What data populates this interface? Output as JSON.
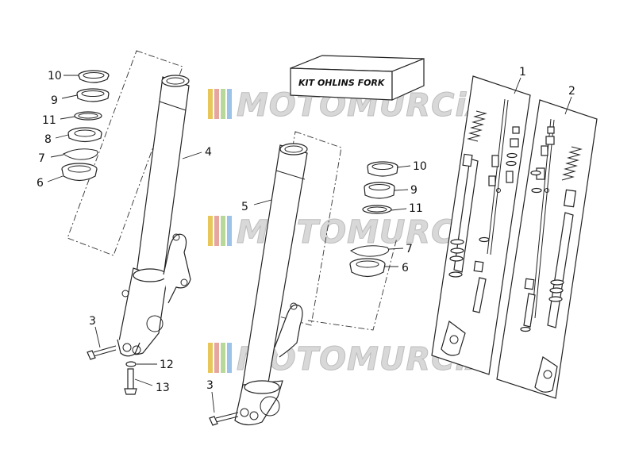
{
  "watermark": {
    "text": "MOTOMURCiA",
    "stripe_colors": [
      "#e8c65a",
      "#e6a6a0",
      "#b8d89a",
      "#9cc2e8"
    ]
  },
  "kit_box": {
    "label": "KIT OHLINS FORK"
  },
  "callouts": {
    "c1": "1",
    "c2": "2",
    "c3a": "3",
    "c3b": "3",
    "c4": "4",
    "c5": "5",
    "c6a": "6",
    "c6b": "6",
    "c7a": "7",
    "c7b": "7",
    "c8": "8",
    "c9a": "9",
    "c9b": "9",
    "c10a": "10",
    "c10b": "10",
    "c11a": "11",
    "c11b": "11",
    "c12": "12",
    "c13": "13"
  }
}
